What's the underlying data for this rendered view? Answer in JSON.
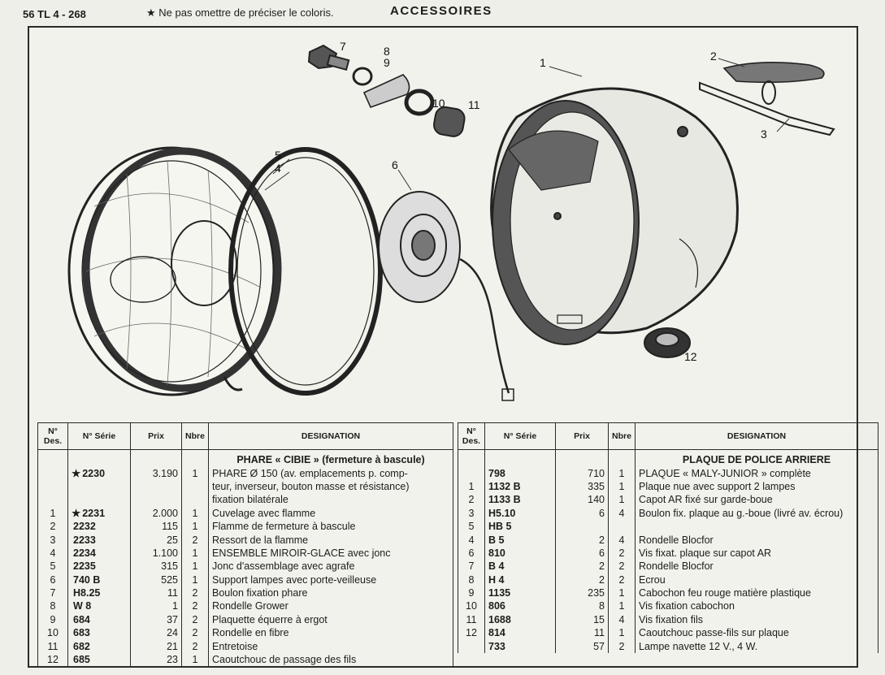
{
  "header": {
    "ref": "56 TL 4 - 268",
    "note": "★ Ne pas omettre de préciser le coloris.",
    "title": "ACCESSOIRES"
  },
  "callouts": [
    "1",
    "2",
    "3",
    "4",
    "5",
    "6",
    "7",
    "8",
    "9",
    "10",
    "11",
    "12"
  ],
  "columns": {
    "des": "N° Des.",
    "serie": "N° Série",
    "prix": "Prix",
    "nbre": "Nbre",
    "designation": "DESIGNATION"
  },
  "left_table": {
    "section_title": "PHARE « CIBIE » (fermeture à bascule)",
    "rows": [
      {
        "des": "",
        "star": "★",
        "serie": "2230",
        "prix": "3.190",
        "nbre": "1",
        "designation": "PHARE Ø 150 (av. emplacements p. comp-"
      },
      {
        "des": "",
        "star": "",
        "serie": "",
        "prix": "",
        "nbre": "",
        "designation": "teur, inverseur, bouton masse et résistance)"
      },
      {
        "des": "",
        "star": "",
        "serie": "",
        "prix": "",
        "nbre": "",
        "designation": "fixation bilatérale"
      },
      {
        "des": "1",
        "star": "★",
        "serie": "2231",
        "prix": "2.000",
        "nbre": "1",
        "designation": "Cuvelage avec flamme"
      },
      {
        "des": "2",
        "star": "",
        "serie": "2232",
        "prix": "115",
        "nbre": "1",
        "designation": "Flamme de fermeture à bascule"
      },
      {
        "des": "3",
        "star": "",
        "serie": "2233",
        "prix": "25",
        "nbre": "2",
        "designation": "Ressort de la flamme"
      },
      {
        "des": "4",
        "star": "",
        "serie": "2234",
        "prix": "1.100",
        "nbre": "1",
        "designation": "ENSEMBLE MIROIR-GLACE avec jonc"
      },
      {
        "des": "5",
        "star": "",
        "serie": "2235",
        "prix": "315",
        "nbre": "1",
        "designation": "Jonc d'assemblage avec agrafe"
      },
      {
        "des": "6",
        "star": "",
        "serie": "740 B",
        "prix": "525",
        "nbre": "1",
        "designation": "Support lampes avec porte-veilleuse"
      },
      {
        "des": "7",
        "star": "",
        "serie": "H8.25",
        "prix": "11",
        "nbre": "2",
        "designation": "Boulon fixation phare"
      },
      {
        "des": "8",
        "star": "",
        "serie": "W 8",
        "prix": "1",
        "nbre": "2",
        "designation": "Rondelle Grower"
      },
      {
        "des": "9",
        "star": "",
        "serie": "684",
        "prix": "37",
        "nbre": "2",
        "designation": "Plaquette équerre à ergot"
      },
      {
        "des": "10",
        "star": "",
        "serie": "683",
        "prix": "24",
        "nbre": "2",
        "designation": "Rondelle en fibre"
      },
      {
        "des": "11",
        "star": "",
        "serie": "682",
        "prix": "21",
        "nbre": "2",
        "designation": "Entretoise"
      },
      {
        "des": "12",
        "star": "",
        "serie": "685",
        "prix": "23",
        "nbre": "1",
        "designation": "Caoutchouc de passage des fils"
      }
    ]
  },
  "right_table": {
    "section_title": "PLAQUE DE POLICE ARRIERE",
    "rows": [
      {
        "des": "",
        "serie": "798",
        "prix": "710",
        "nbre": "1",
        "designation": "PLAQUE « MALY-JUNIOR » complète"
      },
      {
        "des": "1",
        "serie": "1132 B",
        "prix": "335",
        "nbre": "1",
        "designation": "Plaque nue avec support 2 lampes"
      },
      {
        "des": "2",
        "serie": "1133 B",
        "prix": "140",
        "nbre": "1",
        "designation": "Capot AR fixé sur garde-boue"
      },
      {
        "des": "3",
        "serie": "H5.10",
        "prix": "6",
        "nbre": "4",
        "designation": "Boulon fix. plaque au g.-boue (livré av. écrou)"
      },
      {
        "des": "5",
        "serie": "HB 5",
        "prix": "",
        "nbre": "",
        "designation": ""
      },
      {
        "des": "4",
        "serie": "B 5",
        "prix": "2",
        "nbre": "4",
        "designation": "Rondelle Blocfor"
      },
      {
        "des": "6",
        "serie": "810",
        "prix": "6",
        "nbre": "2",
        "designation": "Vis fixat. plaque sur capot AR"
      },
      {
        "des": "7",
        "serie": "B 4",
        "prix": "2",
        "nbre": "2",
        "designation": "Rondelle Blocfor"
      },
      {
        "des": "8",
        "serie": "H 4",
        "prix": "2",
        "nbre": "2",
        "designation": "Ecrou"
      },
      {
        "des": "9",
        "serie": "1135",
        "prix": "235",
        "nbre": "1",
        "designation": "Cabochon feu rouge matière plastique"
      },
      {
        "des": "10",
        "serie": "806",
        "prix": "8",
        "nbre": "1",
        "designation": "Vis fixation cabochon"
      },
      {
        "des": "11",
        "serie": "1688",
        "prix": "15",
        "nbre": "4",
        "designation": "Vis fixation fils"
      },
      {
        "des": "12",
        "serie": "814",
        "prix": "11",
        "nbre": "1",
        "designation": "Caoutchouc passe-fils sur plaque"
      },
      {
        "des": "",
        "serie": "733",
        "prix": "57",
        "nbre": "2",
        "designation": "Lampe navette 12 V., 4 W."
      }
    ]
  }
}
